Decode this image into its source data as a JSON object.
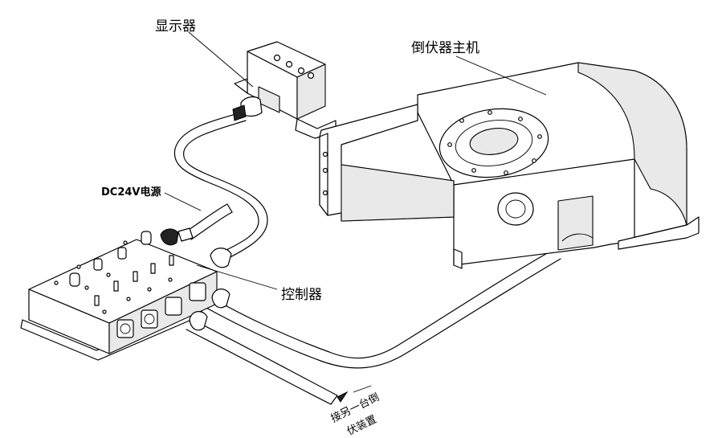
{
  "labels": {
    "display": "显示器",
    "main_unit": "倒伏器主机",
    "power": "DC24V电源",
    "controller": "控制器",
    "other_line1": "接另一台倒",
    "other_line2": "伏装置"
  },
  "colors": {
    "line": "#000000",
    "background": "#ffffff",
    "shade": "#e9e9e9"
  }
}
